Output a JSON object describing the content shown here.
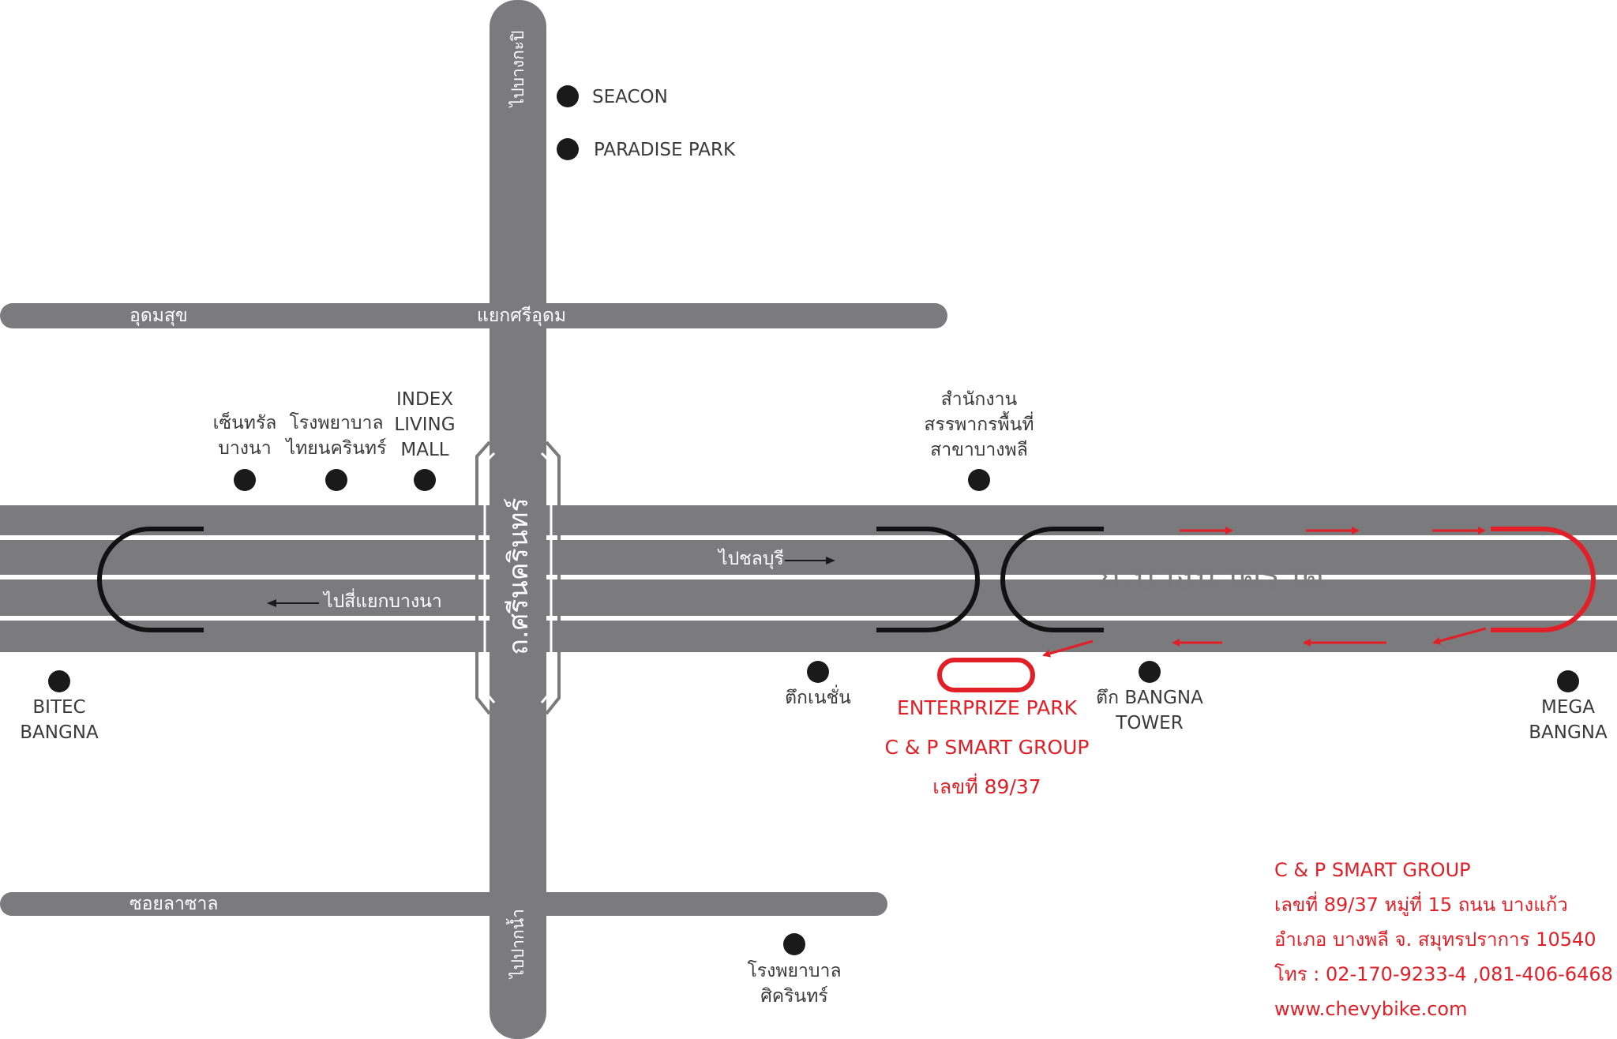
{
  "roads": {
    "bangna_trat": "ถ.บางนาตราด",
    "srinakarin": "ถ.ศรีนครินทร์",
    "udomsuk": "อุดมสุข",
    "sri_udom_junction": "แยกศรีอุดม",
    "soi_lasalle": "ซอยลาซาล",
    "to_bangkapi": "ไปบางกะปิ",
    "to_paknam": "ไปปากน้ำ",
    "to_chonburi": "ไปชลบุรี",
    "to_bangna_junction": "ไปสี่แยกบางนา"
  },
  "landmarks": {
    "seacon": "SEACON",
    "paradise_park": "PARADISE PARK",
    "central_bangna": [
      "เซ็นทรัล",
      "บางนา"
    ],
    "thainakarin_hospital": [
      "โรงพยาบาล",
      "ไทยนครินทร์"
    ],
    "index_living_mall": [
      "INDEX",
      "LIVING",
      "MALL"
    ],
    "revenue_office": [
      "สำนักงาน",
      "สรรพากรพื้นที่",
      "สาขาบางพลี"
    ],
    "bitec_bangna": [
      "BITEC",
      "BANGNA"
    ],
    "nation_tower": "ตึกเนชั่น",
    "bangna_tower": [
      "ตึก BANGNA",
      "TOWER"
    ],
    "mega_bangna": [
      "MEGA",
      "BANGNA"
    ],
    "sikarin_hospital": [
      "โรงพยาบาล",
      "ศิครินทร์"
    ]
  },
  "destination": {
    "name": "ENTERPRIZE PARK",
    "company": "C & P SMART GROUP",
    "number": "เลขที่ 89/37"
  },
  "contact": {
    "company": "C & P SMART GROUP",
    "address1": "เลขที่ 89/37 หมู่ที่ 15 ถนน บางแก้ว",
    "address2": "อำเภอ บางพลี  จ. สมุทรปราการ  10540",
    "phone": "โทร : 02-170-9233-4 ,081-406-6468",
    "website": "www.chevybike.com"
  },
  "colors": {
    "road": "#7b7a7d",
    "lane": "#ffffff",
    "marker": "#1a1a1a",
    "route": "#e21e26",
    "text": "#3a3a3a"
  }
}
